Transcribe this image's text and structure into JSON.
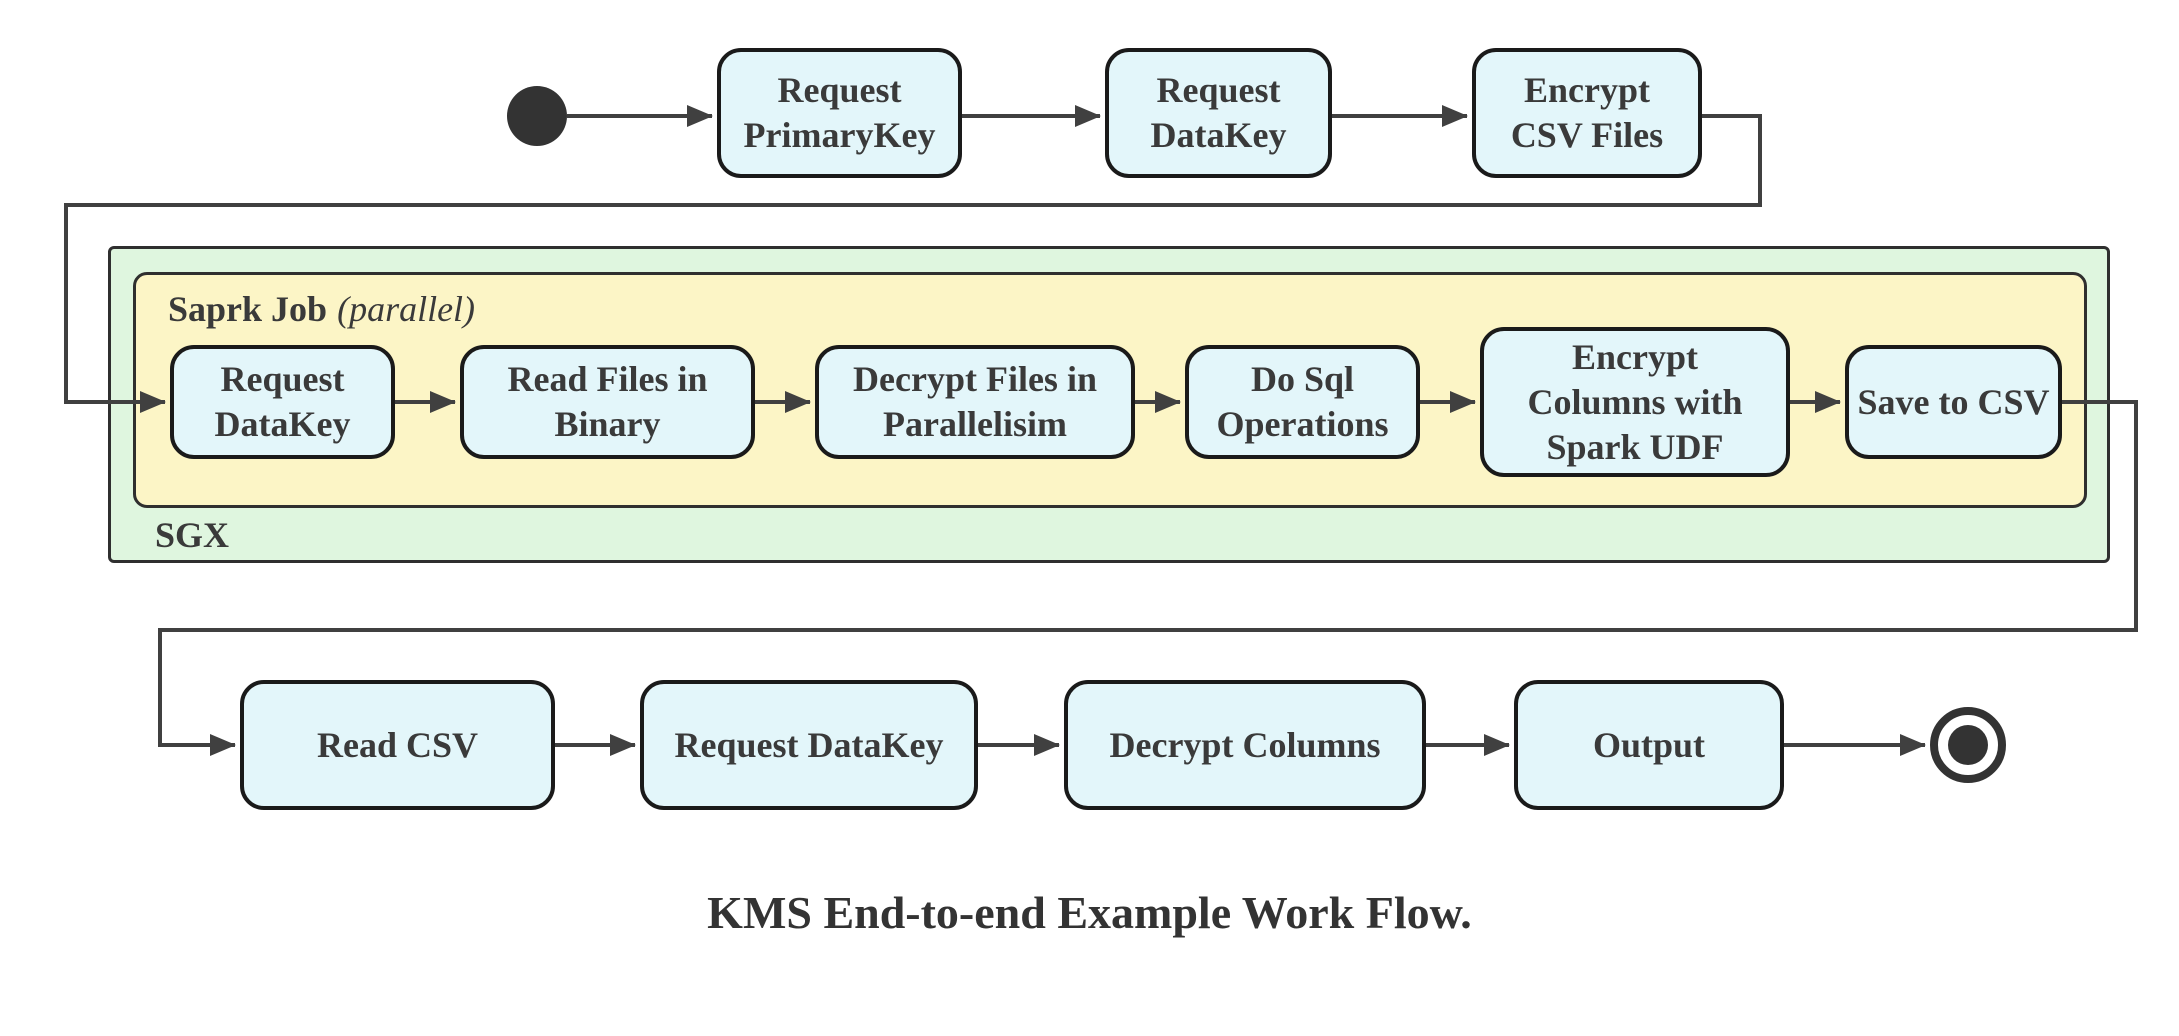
{
  "diagram": {
    "caption": "KMS End-to-end Example Work Flow.",
    "groups": {
      "spark": {
        "label": "Saprk Job",
        "label_suffix": "(parallel)"
      },
      "sgx": {
        "label": "SGX"
      }
    },
    "nodes": {
      "top": [
        {
          "label": "Request\nPrimaryKey"
        },
        {
          "label": "Request\nDataKey"
        },
        {
          "label": "Encrypt\nCSV Files"
        }
      ],
      "middle": [
        {
          "label": "Request\nDataKey"
        },
        {
          "label": "Read Files in\nBinary"
        },
        {
          "label": "Decrypt Files in\nParallelisim"
        },
        {
          "label": "Do Sql\nOperations"
        },
        {
          "label": "Encrypt\nColumns with\nSpark UDF"
        },
        {
          "label": "Save to CSV"
        }
      ],
      "bottom": [
        {
          "label": "Read CSV"
        },
        {
          "label": "Request DataKey"
        },
        {
          "label": "Decrypt Columns"
        },
        {
          "label": "Output"
        }
      ]
    }
  },
  "colors": {
    "canvas": "#ffffff",
    "node-fill": "#e3f6fa",
    "node-border": "#1a1a1a",
    "line": "#404040",
    "sgx-fill": "#dff6df",
    "spark-fill": "#fcf5c6",
    "group-border": "#2f2f2f",
    "text": "#3a3a3a"
  }
}
